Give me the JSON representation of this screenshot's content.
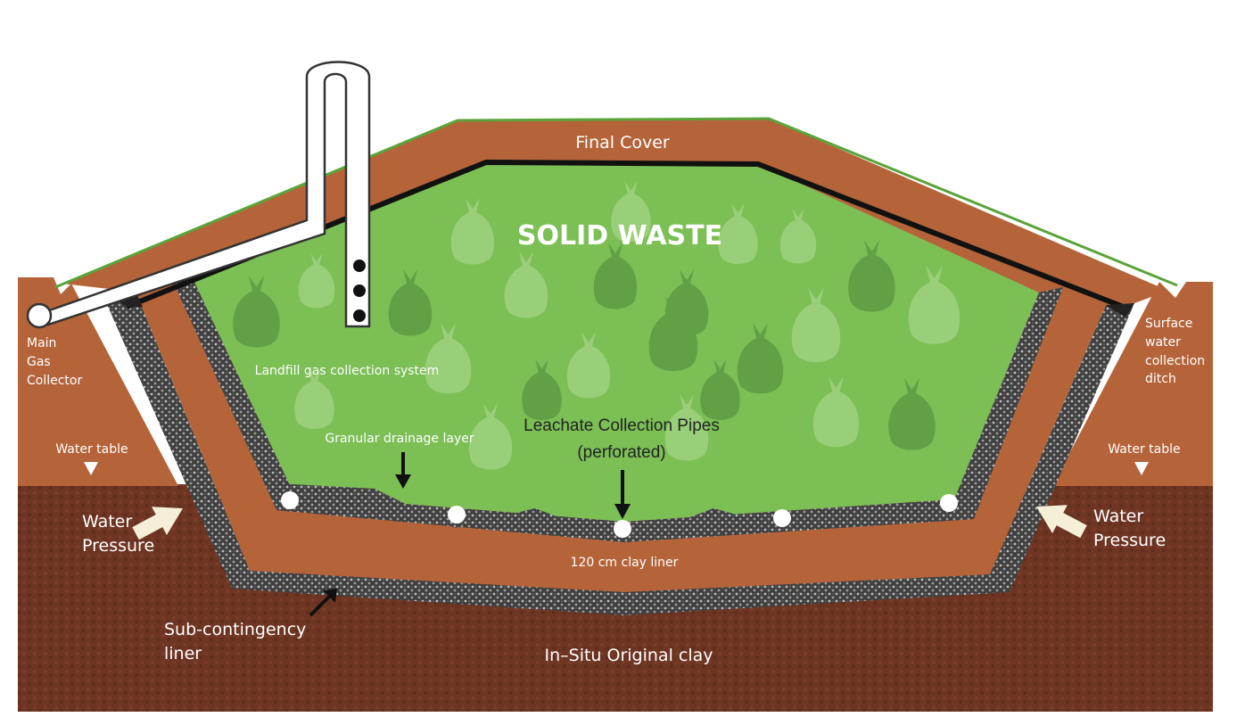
{
  "labels": {
    "final_cover": "Final Cover",
    "solid_waste": "SOLID WASTE",
    "gas_system": "Landfill gas collection system",
    "granular_layer": "Granular drainage layer",
    "leachate_line1": "Leachate Collection Pipes",
    "leachate_line2": "(perforated)",
    "clay_liner": "120 cm clay liner",
    "in_situ": "In–Situ Original clay",
    "main_gas_1": "Main",
    "main_gas_2": "Gas",
    "main_gas_3": "Collector",
    "surface_1": "Surface",
    "surface_2": "water",
    "surface_3": "collection",
    "surface_4": "ditch",
    "water_table_left": "Water table",
    "water_table_right": "Water table",
    "water_pressure_left_1": "Water",
    "water_pressure_left_2": "Pressure",
    "water_pressure_right_1": "Water",
    "water_pressure_right_2": "Pressure",
    "sub_liner_1": "Sub-contingency",
    "sub_liner_2": "liner"
  },
  "colors": {
    "soil": "#b5643a",
    "ground": "#6e3523",
    "waste_green": "#7bbf55",
    "grass": "#5aa43a",
    "liner_gray": "#4a4a4a",
    "membrane": "#111111"
  },
  "icons": [
    "gas-vent-pipe-icon",
    "water-table-marker-icon",
    "water-pressure-arrow-icon",
    "pointer-arrow-icon",
    "garbage-bag-icon",
    "perforated-pipe-icon"
  ]
}
